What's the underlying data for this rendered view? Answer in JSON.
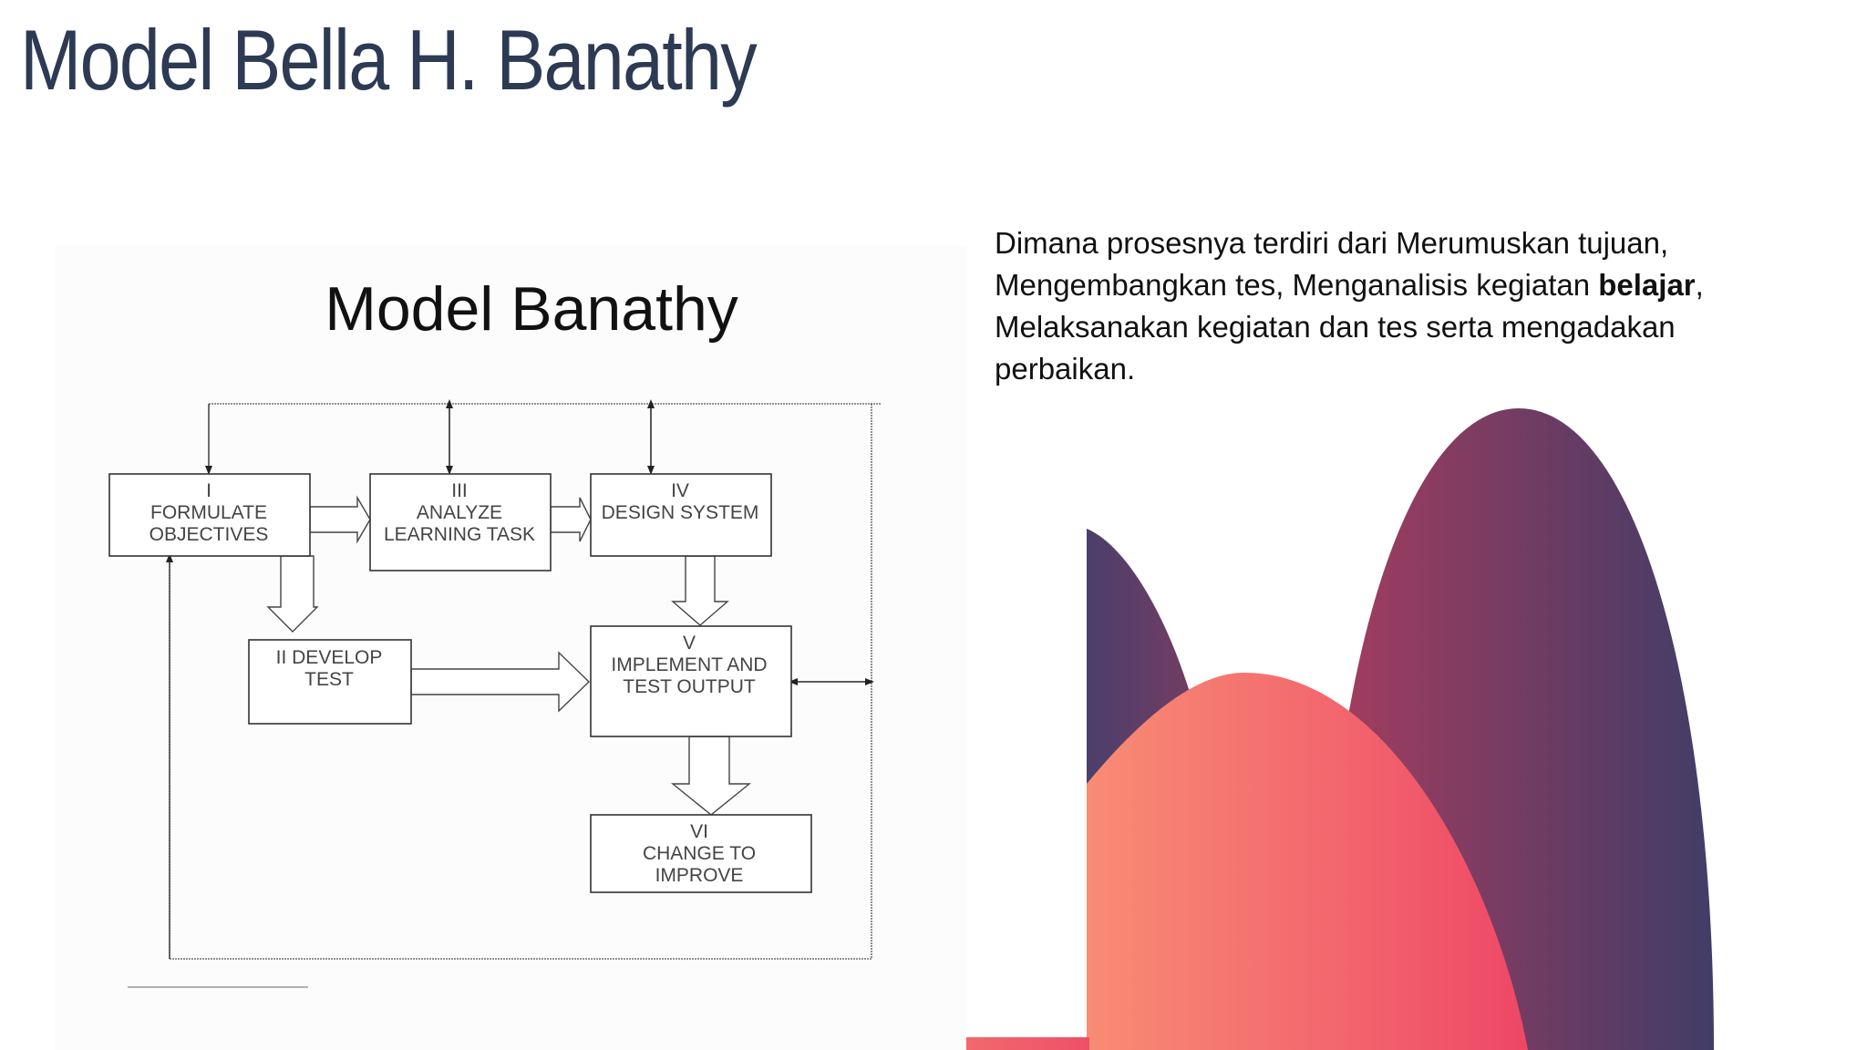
{
  "slide": {
    "title": "Model Bella H. Banathy",
    "description": {
      "before": "Dimana prosesnya terdiri dari Merumuskan tujuan, Mengembangkan tes, Menganalisis kegiatan ",
      "bold": "belajar",
      "after": ", Melaksanakan kegiatan dan tes serta mengadakan perbaikan."
    }
  },
  "diagram": {
    "title": "Model Banathy",
    "boxes": {
      "formulate": {
        "line1": "I",
        "line2": "FORMULATE",
        "line3": "OBJECTIVES"
      },
      "analyze": {
        "line1": "III",
        "line2": "ANALYZE",
        "line3": "LEARNING TASK"
      },
      "design": {
        "line1": "IV",
        "line2": "DESIGN SYSTEM"
      },
      "develop": {
        "line1": "II DEVELOP",
        "line2": "TEST"
      },
      "implement": {
        "line1": "V",
        "line2": "IMPLEMENT AND",
        "line3": "TEST OUTPUT"
      },
      "change": {
        "line1": "VI",
        "line2": "CHANGE TO",
        "line3": "IMPROVE"
      }
    }
  },
  "colors": {
    "title": "#2c3a54",
    "shape_purple_dark": "#4b3f6b",
    "shape_magenta": "#8e3a5f",
    "shape_coral": "#f07a6e",
    "shape_pink": "#ef4f6a"
  }
}
